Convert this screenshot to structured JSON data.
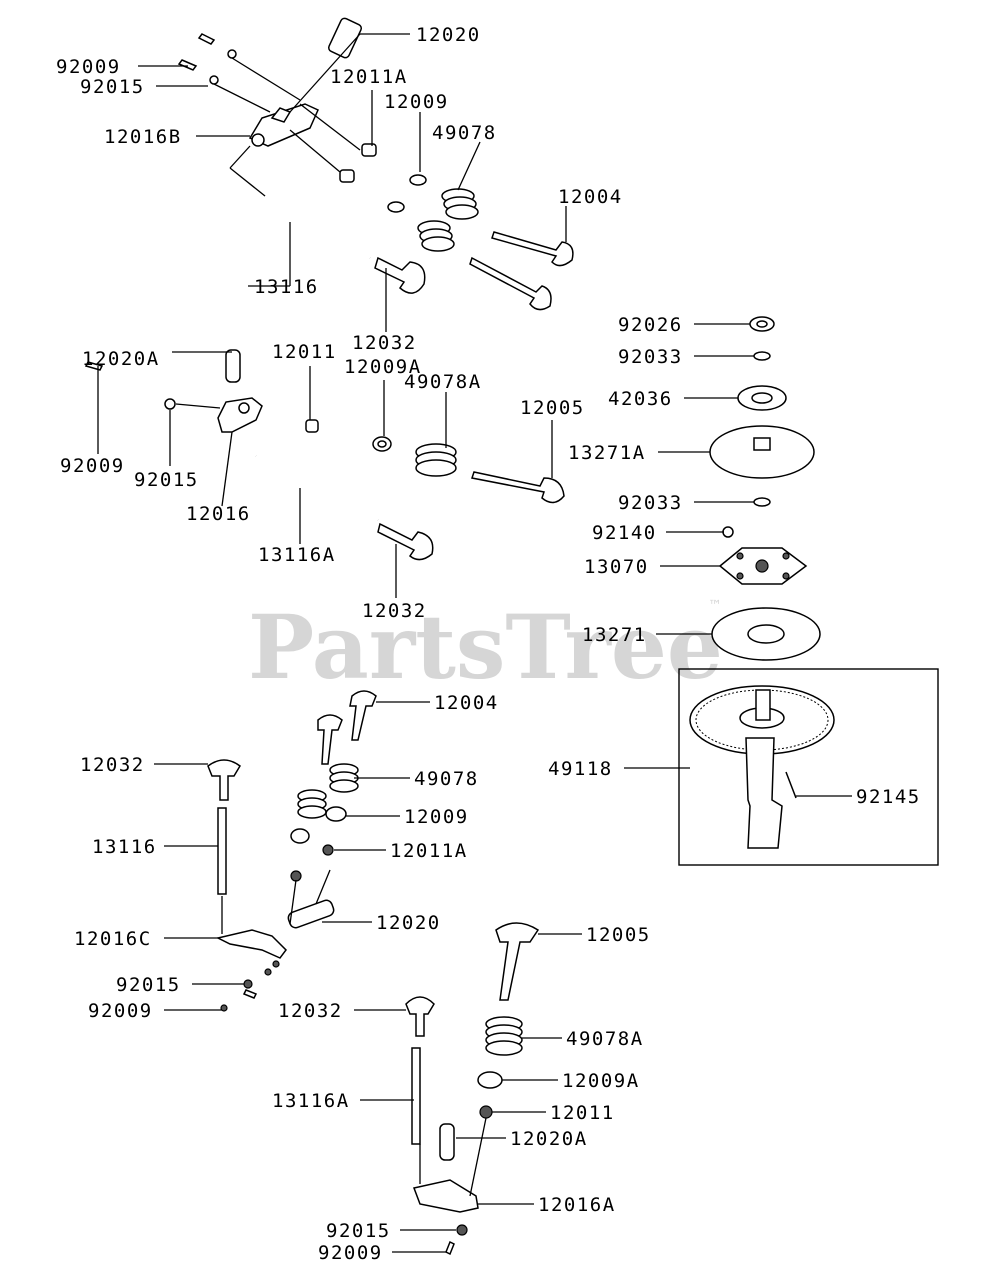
{
  "watermark": {
    "text": "PartsTree",
    "mark": "™"
  },
  "labels": {
    "p12020_top": "12020",
    "p92009_top": "92009",
    "p12011A_top": "12011A",
    "p92015_top": "92015",
    "p12009_top": "12009",
    "p12016B": "12016B",
    "p49078_top": "49078",
    "p12004_top": "12004",
    "p13116_top": "13116",
    "p12032_top": "12032",
    "p12020A_mid": "12020A",
    "p12011_mid": "12011",
    "p12009A_mid": "12009A",
    "p49078A_mid": "49078A",
    "p12005_mid": "12005",
    "p92009_mid": "92009",
    "p92015_mid": "92015",
    "p12016": "12016",
    "p13116A_mid": "13116A",
    "p12032_mid": "12032",
    "p92026": "92026",
    "p92033_a": "92033",
    "p42036": "42036",
    "p13271A": "13271A",
    "p92033_b": "92033",
    "p92140": "92140",
    "p13070": "13070",
    "p13271": "13271",
    "p49118": "49118",
    "p92145": "92145",
    "p12004_low": "12004",
    "p12032_low": "12032",
    "p49078_low": "49078",
    "p12009_low": "12009",
    "p13116_low": "13116",
    "p12011A_low": "12011A",
    "p12020_low": "12020",
    "p12016C": "12016C",
    "p92015_low": "92015",
    "p92009_low": "92009",
    "p12005_low": "12005",
    "p12032_bot": "12032",
    "p49078A_low": "49078A",
    "p13116A_low": "13116A",
    "p12009A_low": "12009A",
    "p12011_low": "12011",
    "p12020A_low": "12020A",
    "p12016A": "12016A",
    "p92015_bot": "92015",
    "p92009_bot": "92009"
  }
}
